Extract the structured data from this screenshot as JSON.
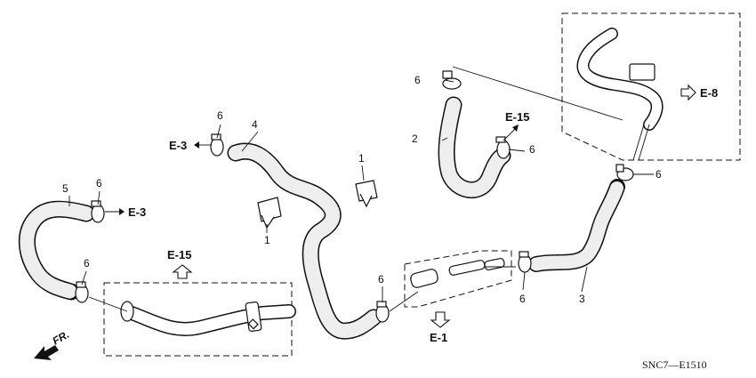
{
  "diagram": {
    "colors": {
      "line": "#111111",
      "hose_fill": "#eeeeee",
      "background": "#ffffff"
    },
    "part_labels": [
      {
        "id": "p1a",
        "text": "1"
      },
      {
        "id": "p1b",
        "text": "1"
      },
      {
        "id": "p2",
        "text": "2"
      },
      {
        "id": "p3",
        "text": "3"
      },
      {
        "id": "p4",
        "text": "4"
      },
      {
        "id": "p5",
        "text": "5"
      },
      {
        "id": "p6a",
        "text": "6"
      },
      {
        "id": "p6b",
        "text": "6"
      },
      {
        "id": "p6c",
        "text": "6"
      },
      {
        "id": "p6d",
        "text": "6"
      },
      {
        "id": "p6e",
        "text": "6"
      },
      {
        "id": "p6f",
        "text": "6"
      },
      {
        "id": "p6g",
        "text": "6"
      },
      {
        "id": "p6h",
        "text": "6"
      }
    ],
    "references": {
      "e3_upper": "E-3",
      "e3_left": "E-3",
      "e15_left": "E-15",
      "e15_right": "E-15",
      "e1": "E-1",
      "e8": "E-8"
    },
    "front_marker": "FR.",
    "diagram_code": "SNC7—E1510"
  }
}
